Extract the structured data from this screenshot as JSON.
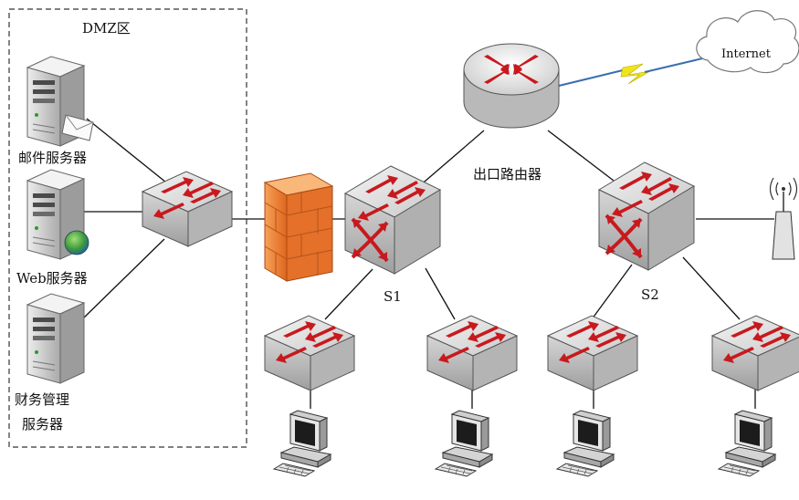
{
  "dmz": {
    "title": "DMZ区"
  },
  "servers": {
    "mail": "邮件服务器",
    "web": "Web服务器",
    "finance_line1": "财务管理",
    "finance_line2": "服务器"
  },
  "router": {
    "label": "出口路由器"
  },
  "internet": {
    "label": "Internet"
  },
  "core_switches": {
    "s1": "S1",
    "s2": "S2"
  },
  "colors": {
    "arrow_red": "#c8191e",
    "switch_face": "#dcdcdc",
    "firewall": "#f08a3a",
    "serial_link_yellow": "#f2e41a",
    "serial_link_blue": "#3a6fb0",
    "dmz_border": "#333333"
  }
}
